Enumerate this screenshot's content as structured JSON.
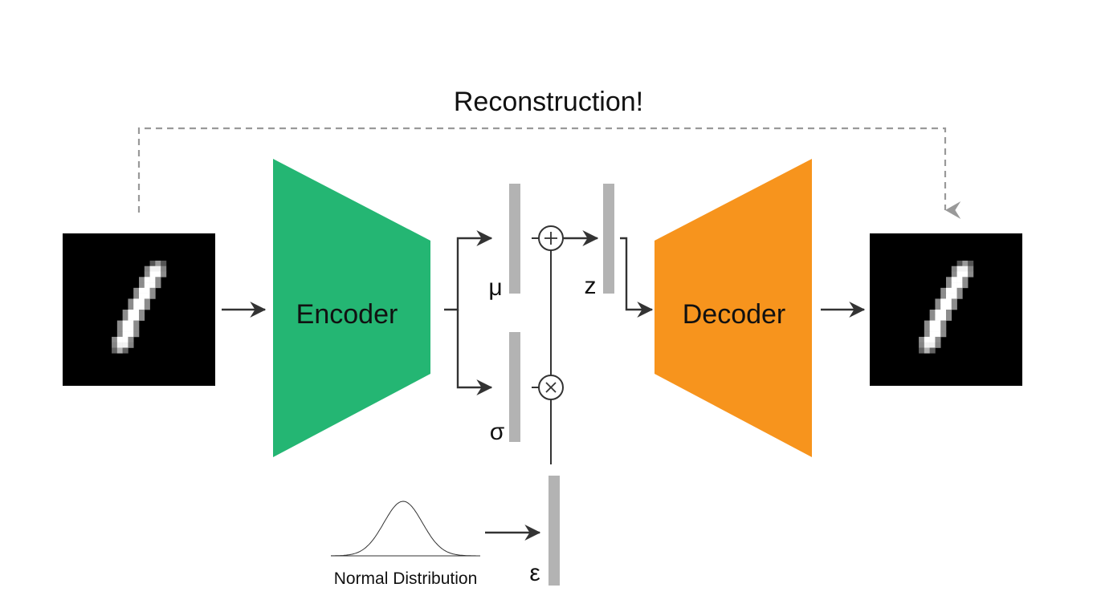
{
  "title": "Reconstruction!",
  "encoder": {
    "label": "Encoder",
    "color": "#24b673"
  },
  "decoder": {
    "label": "Decoder",
    "color": "#f7941d"
  },
  "latent": {
    "mu_label": "μ",
    "sigma_label": "σ",
    "z_label": "z",
    "epsilon_label": "ε",
    "bar_color": "#b3b3b3"
  },
  "operators": {
    "add_symbol": "+",
    "multiply_symbol": "×"
  },
  "noise_source": {
    "label": "Normal Distribution"
  },
  "images": {
    "input": {
      "name": "mnist-digit-1-input",
      "background": "#000000"
    },
    "output": {
      "name": "mnist-digit-1-reconstructed",
      "background": "#000000"
    }
  },
  "colors": {
    "arrow": "#333333",
    "dashed": "#999999"
  }
}
